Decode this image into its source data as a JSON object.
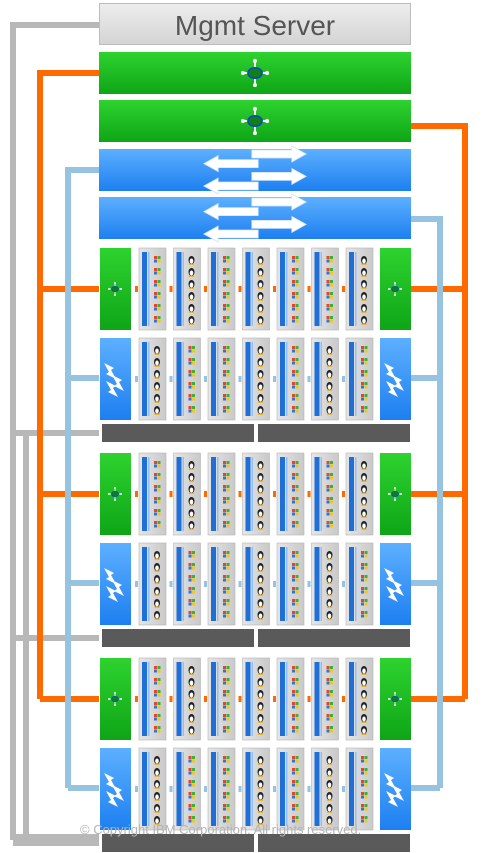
{
  "diagram": {
    "title": "Mgmt Server",
    "footer": "© Copyright IBM Corporation. All rights reserved.",
    "colors": {
      "network_orange": "#ff6a00",
      "network_blue": "#96c4e0",
      "management_gray": "#b8b8b8",
      "ethernet_switch": "#11b81a",
      "fc_switch": "#2a8cf6",
      "blade": "#d8d8d8",
      "blade_stripe": "#1f6fd6",
      "chassis_bar": "#5a5a5a"
    },
    "top_ethernet_switches": [
      {
        "icon": "network-hub-icon"
      },
      {
        "icon": "network-hub-icon"
      }
    ],
    "top_fc_switches": [
      {
        "icon": "arrows-exchange-icon"
      },
      {
        "icon": "arrows-exchange-icon"
      }
    ],
    "chassis": [
      {
        "blades_per_row": 7,
        "rows": [
          {
            "switch": "ethernet",
            "blade_os": [
              "windows",
              "linux",
              "windows",
              "linux",
              "windows",
              "windows",
              "linux"
            ]
          },
          {
            "switch": "fc",
            "blade_os": [
              "linux",
              "windows",
              "windows",
              "linux",
              "windows",
              "linux",
              "windows"
            ]
          }
        ]
      },
      {
        "blades_per_row": 7,
        "rows": [
          {
            "switch": "ethernet",
            "blade_os": [
              "windows",
              "linux",
              "windows",
              "linux",
              "windows",
              "windows",
              "linux"
            ]
          },
          {
            "switch": "fc",
            "blade_os": [
              "linux",
              "windows",
              "windows",
              "linux",
              "windows",
              "linux",
              "windows"
            ]
          }
        ]
      },
      {
        "blades_per_row": 7,
        "rows": [
          {
            "switch": "ethernet",
            "blade_os": [
              "windows",
              "linux",
              "windows",
              "linux",
              "windows",
              "windows",
              "linux"
            ]
          },
          {
            "switch": "fc",
            "blade_os": [
              "linux",
              "windows",
              "windows",
              "linux",
              "windows",
              "linux",
              "windows"
            ]
          }
        ]
      }
    ]
  }
}
